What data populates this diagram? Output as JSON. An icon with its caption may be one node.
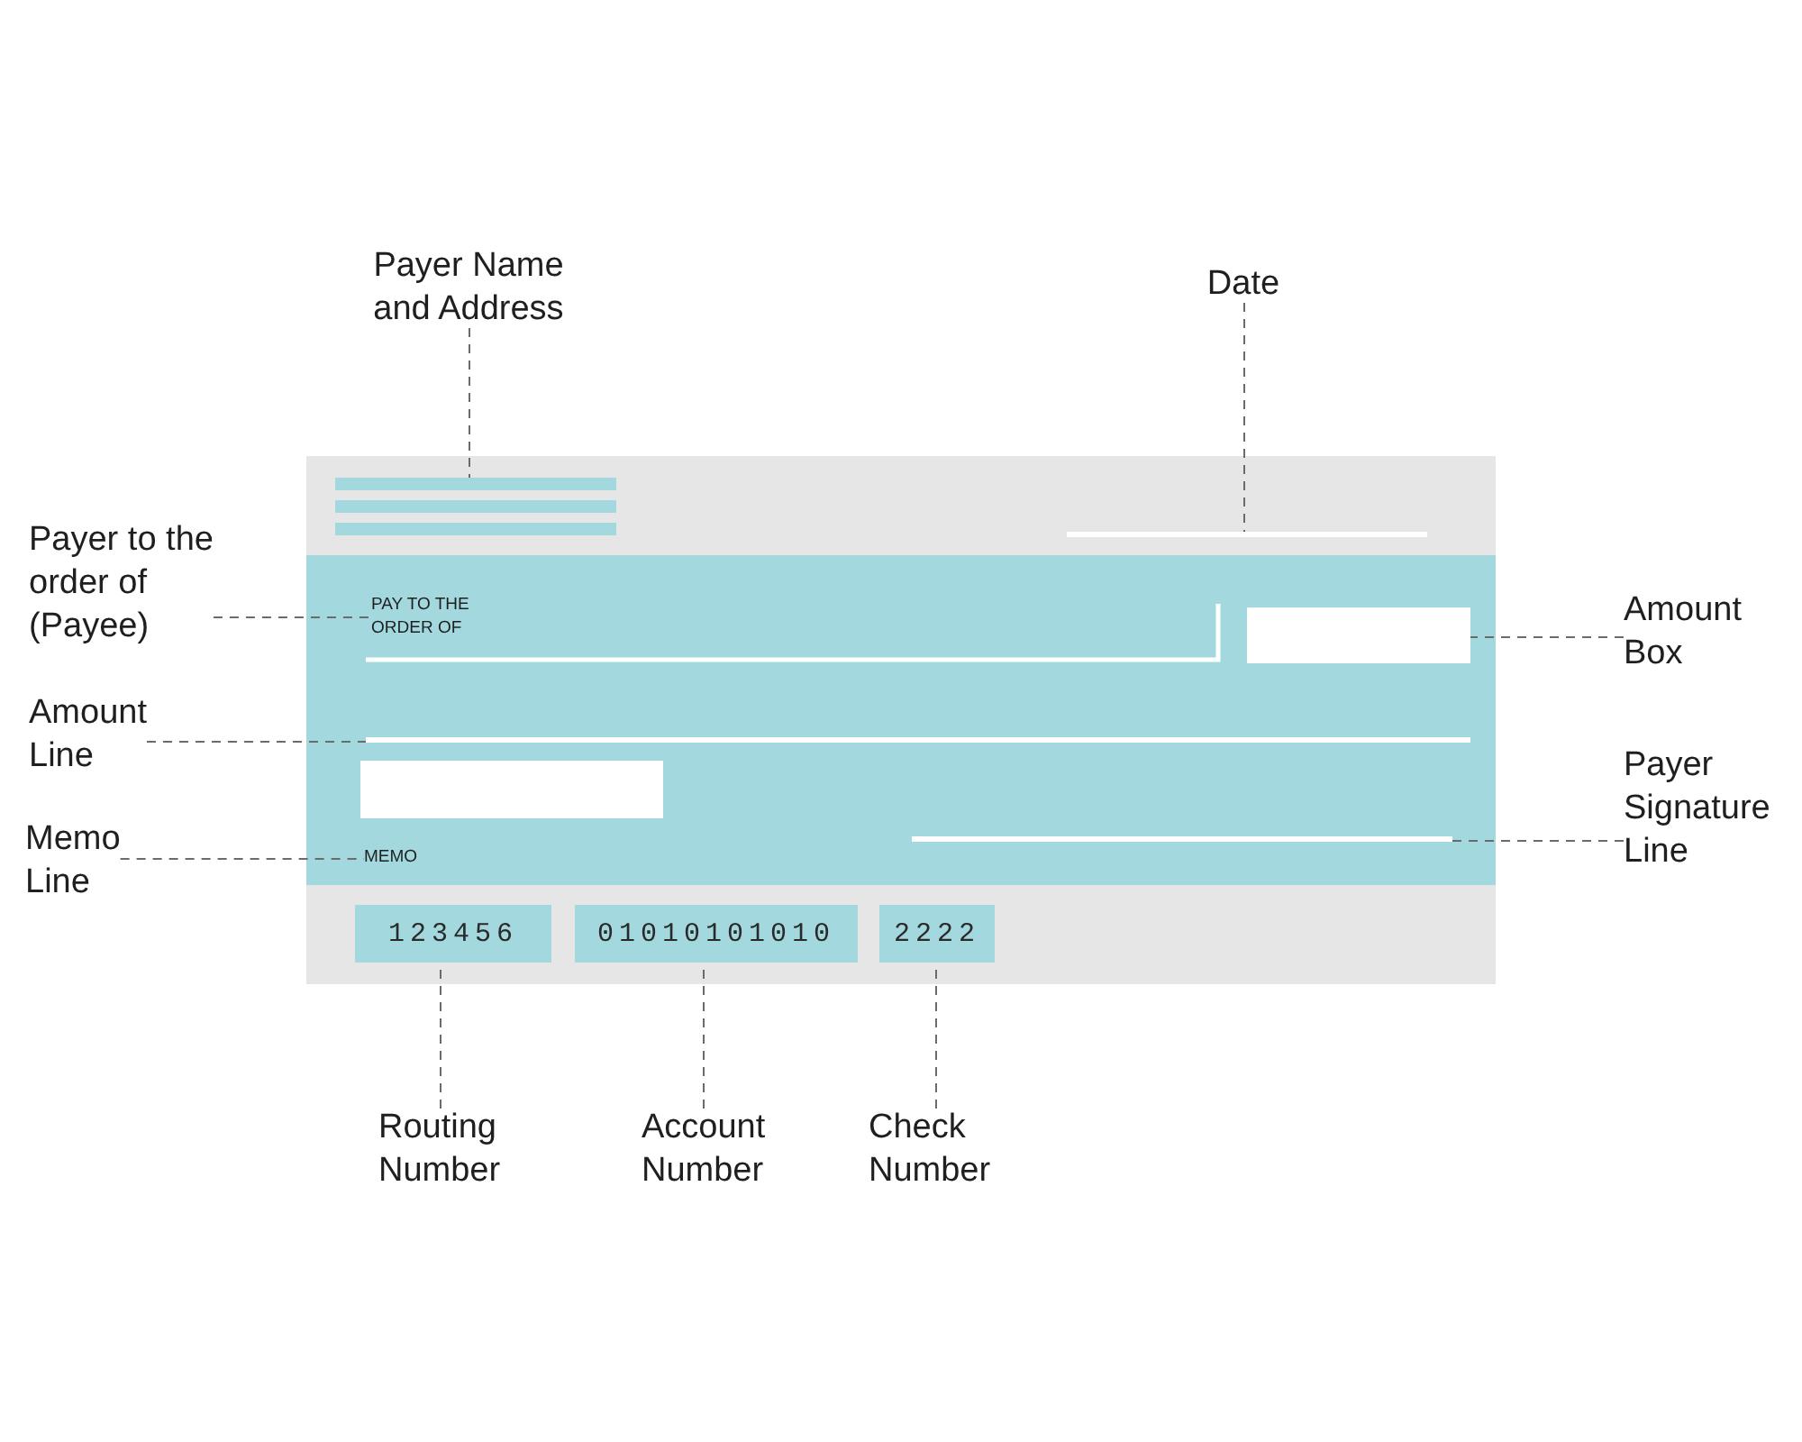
{
  "diagram": {
    "nodes": [
      {
        "text": [
          "Payer Name and Address"
        ]
      },
      {
        "text": [
          "Date"
        ]
      },
      {
        "text": [],
        "shape": "box"
      },
      {
        "text": [],
        "shape": "bar",
        "in": 2
      },
      {
        "text": [],
        "shape": "line",
        "in": 2
      },
      {
        "text": [
          "Payer to the order of (Payee)"
        ]
      },
      {
        "text": [
          "PAY TO THE ORDER OF"
        ],
        "in": 2
      },
      {
        "text": [],
        "shape": "box",
        "in": 2
      },
      {
        "text": [
          "Amount Box"
        ]
      },
      {
        "text": [
          "Amount Line"
        ]
      },
      {
        "text": [],
        "shape": "line",
        "in": 2
      },
      {
        "text": [
          "Payer Signature Line"
        ]
      },
      {
        "text": [
          "Memo Line"
        ]
      },
      {
        "text": [
          "MEMO"
        ],
        "in": 2
      },
      {
        "text": [],
        "shape": "line",
        "in": 2
      },
      {
        "text": [
          "123456"
        ],
        "in": 2
      },
      {
        "text": [
          "01010101010"
        ],
        "in": 2
      },
      {
        "text": [
          "2222"
        ],
        "in": 2
      },
      {
        "text": [
          "Routing Number"
        ]
      },
      {
        "text": [
          "Account Number"
        ]
      },
      {
        "text": [
          "Check Number"
        ]
      }
    ],
    "edges": [
      {
        "from": 0,
        "to": 3,
        "arrow": "none",
        "style": "dashed"
      },
      {
        "from": 1,
        "to": 4,
        "arrow": "none",
        "style": "dashed"
      },
      {
        "from": 5,
        "to": 6,
        "arrow": "none",
        "style": "dashed"
      },
      {
        "from": 8,
        "to": 7,
        "arrow": "none",
        "style": "dashed"
      },
      {
        "from": 9,
        "to": 10,
        "arrow": "none",
        "style": "dashed"
      },
      {
        "from": 11,
        "to": 14,
        "arrow": "none",
        "style": "dashed"
      },
      {
        "from": 12,
        "to": 13,
        "arrow": "none",
        "style": "dashed"
      },
      {
        "from": 18,
        "to": 15,
        "arrow": "none",
        "style": "dashed"
      },
      {
        "from": 19,
        "to": 16,
        "arrow": "none",
        "style": "dashed"
      },
      {
        "from": 20,
        "to": 17,
        "arrow": "none",
        "style": "dashed"
      }
    ]
  }
}
